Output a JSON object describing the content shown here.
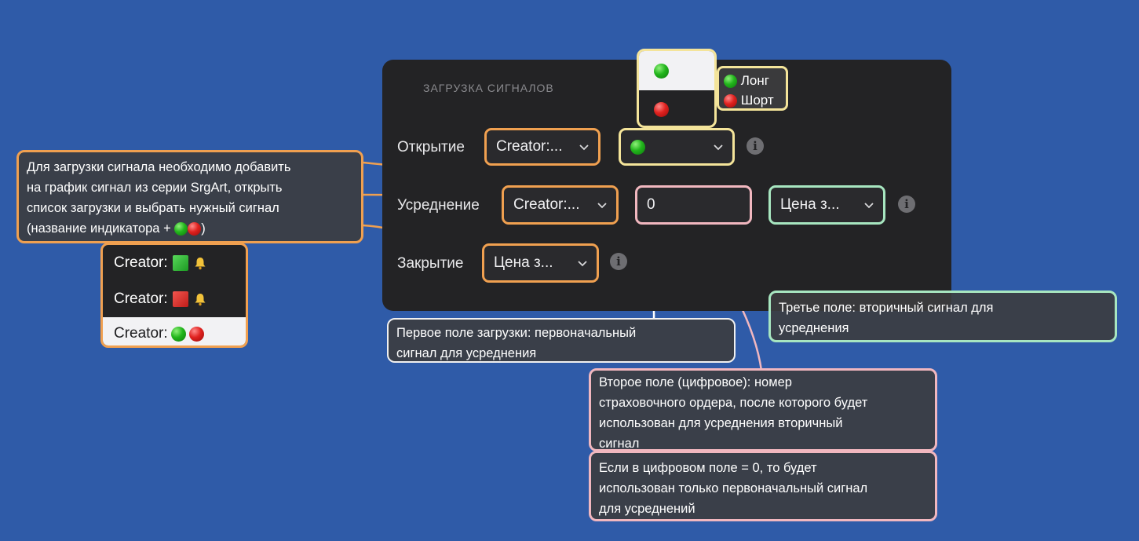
{
  "panel": {
    "title": "ЗАГРУЗКА СИГНАЛОВ",
    "rows": {
      "open": {
        "label": "Открытие",
        "signal": "Creator:...",
        "direction_icon": "green-circle"
      },
      "average": {
        "label": "Усреднение",
        "signal": "Creator:...",
        "order_number": "0",
        "secondary": "Цена з..."
      },
      "close": {
        "label": "Закрытие",
        "signal": "Цена з..."
      }
    }
  },
  "direction_popup": {
    "options": [
      "green-circle",
      "red-circle"
    ],
    "selected": "green-circle"
  },
  "direction_legend": {
    "long": "Лонг",
    "short": "Шорт"
  },
  "signal_list": {
    "items": [
      {
        "label": "Creator:",
        "icons": [
          "green-square",
          "bell"
        ]
      },
      {
        "label": "Creator:",
        "icons": [
          "red-square",
          "bell"
        ]
      },
      {
        "label": "Creator:",
        "icons": [
          "green-circle",
          "red-circle"
        ]
      }
    ],
    "selected_index": 2
  },
  "callouts": {
    "intro": {
      "lines": [
        "Для загрузки сигнала необходимо добавить",
        "на график сигнал из серии SrgArt, открыть",
        "список загрузки и выбрать нужный сигнал",
        "(название индикатора +",
        ")"
      ]
    },
    "first_field": {
      "lines": [
        "Первое поле загрузки: первоначальный",
        "сигнал для усреднения"
      ]
    },
    "second_field": {
      "lines": [
        "Второе поле (цифровое): номер",
        "страховочного ордера, после которого будет",
        "использован для усреднения вторичный",
        "сигнал"
      ]
    },
    "zero_note": {
      "lines": [
        "Если в цифровом поле = 0, то будет",
        "использован только первоначальный сигнал",
        "для усреднений"
      ]
    },
    "third_field": {
      "lines": [
        "Третье поле: вторичный сигнал для",
        "усреднения"
      ]
    }
  },
  "colors": {
    "background": "#2f5ba8",
    "panel": "#232325",
    "highlight_orange": "#f0a050",
    "highlight_yellow": "#f4e49a",
    "highlight_pink": "#f1b7bf",
    "highlight_green": "#a7e6c0"
  }
}
